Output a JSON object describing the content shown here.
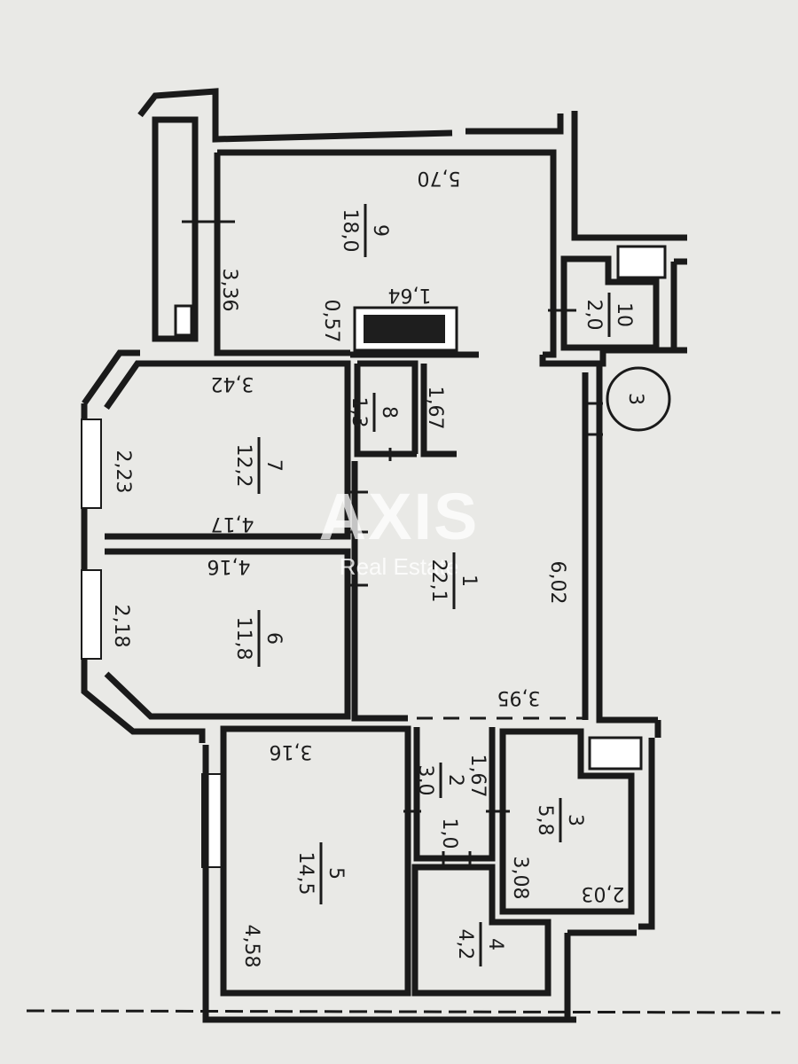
{
  "watermark": {
    "brand": "AXIS",
    "tagline": "Real Estate"
  },
  "section_marker": "3",
  "rooms": [
    {
      "number": "1",
      "area": "22,1"
    },
    {
      "number": "2",
      "area": "3,0"
    },
    {
      "number": "3",
      "area": "5,8"
    },
    {
      "number": "4",
      "area": "4,2"
    },
    {
      "number": "5",
      "area": "14,5"
    },
    {
      "number": "6",
      "area": "11,8"
    },
    {
      "number": "7",
      "area": "12,2"
    },
    {
      "number": "8",
      "area": "1,3"
    },
    {
      "number": "9",
      "area": "18,0"
    },
    {
      "number": "10",
      "area": "2,0"
    }
  ],
  "dimensions": {
    "room9_width": "5,70",
    "balcony_length": "3,36",
    "vent_width": "1,64",
    "vent_depth": "0,57",
    "room7_top": "3,42",
    "room7_side": "2,23",
    "room7_bottom": "4,17",
    "room8_length": "1,67",
    "room6_top": "4,16",
    "room6_side": "2,18",
    "room1_length": "6,02",
    "room1_width": "3,95",
    "room5_top": "3,16",
    "room5_side": "4,58",
    "room2_length": "1,67",
    "room2_width": "1,0",
    "room3_length": "3,08",
    "room3_width": "2,03"
  }
}
